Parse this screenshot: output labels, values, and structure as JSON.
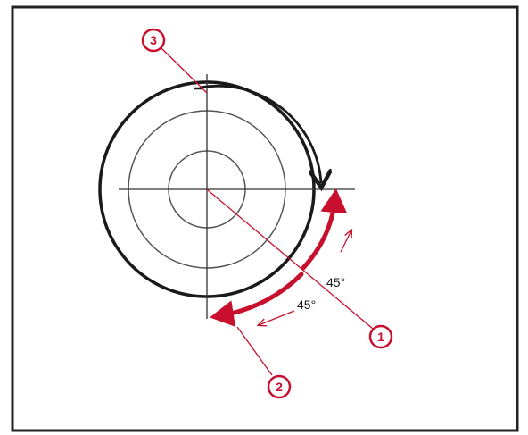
{
  "colors": {
    "frame": "#222222",
    "ink": "#1a1a1a",
    "accent": "#c8102e",
    "thin_ink": "#555555"
  },
  "callouts": [
    {
      "number": "1"
    },
    {
      "number": "2"
    },
    {
      "number": "3"
    }
  ],
  "angles": {
    "upper": "45°",
    "lower": "45°"
  }
}
